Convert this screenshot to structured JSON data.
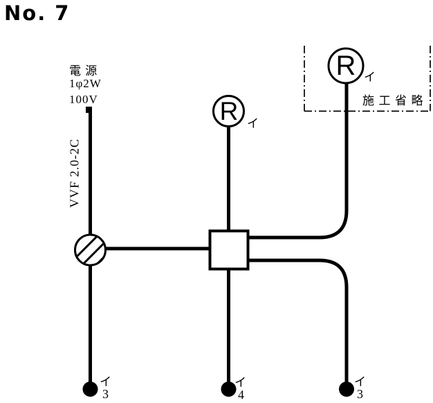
{
  "title": "No. 7",
  "colors": {
    "ink": "#000000",
    "background": "#ffffff"
  },
  "power_source": {
    "line1": "電 源",
    "line2": "1φ2W",
    "line3": "100V"
  },
  "cable_label": "VVF 2.0-2C",
  "omission_area": {
    "note": "施工省略"
  },
  "lamps": {
    "center": {
      "symbol": "R",
      "mark": "イ"
    },
    "omitted": {
      "symbol": "R",
      "mark": "イ"
    }
  },
  "switches": {
    "left": {
      "mark": "イ",
      "ways": "3"
    },
    "middle": {
      "mark": "イ",
      "ways": "4"
    },
    "right": {
      "mark": "イ",
      "ways": "3"
    }
  }
}
